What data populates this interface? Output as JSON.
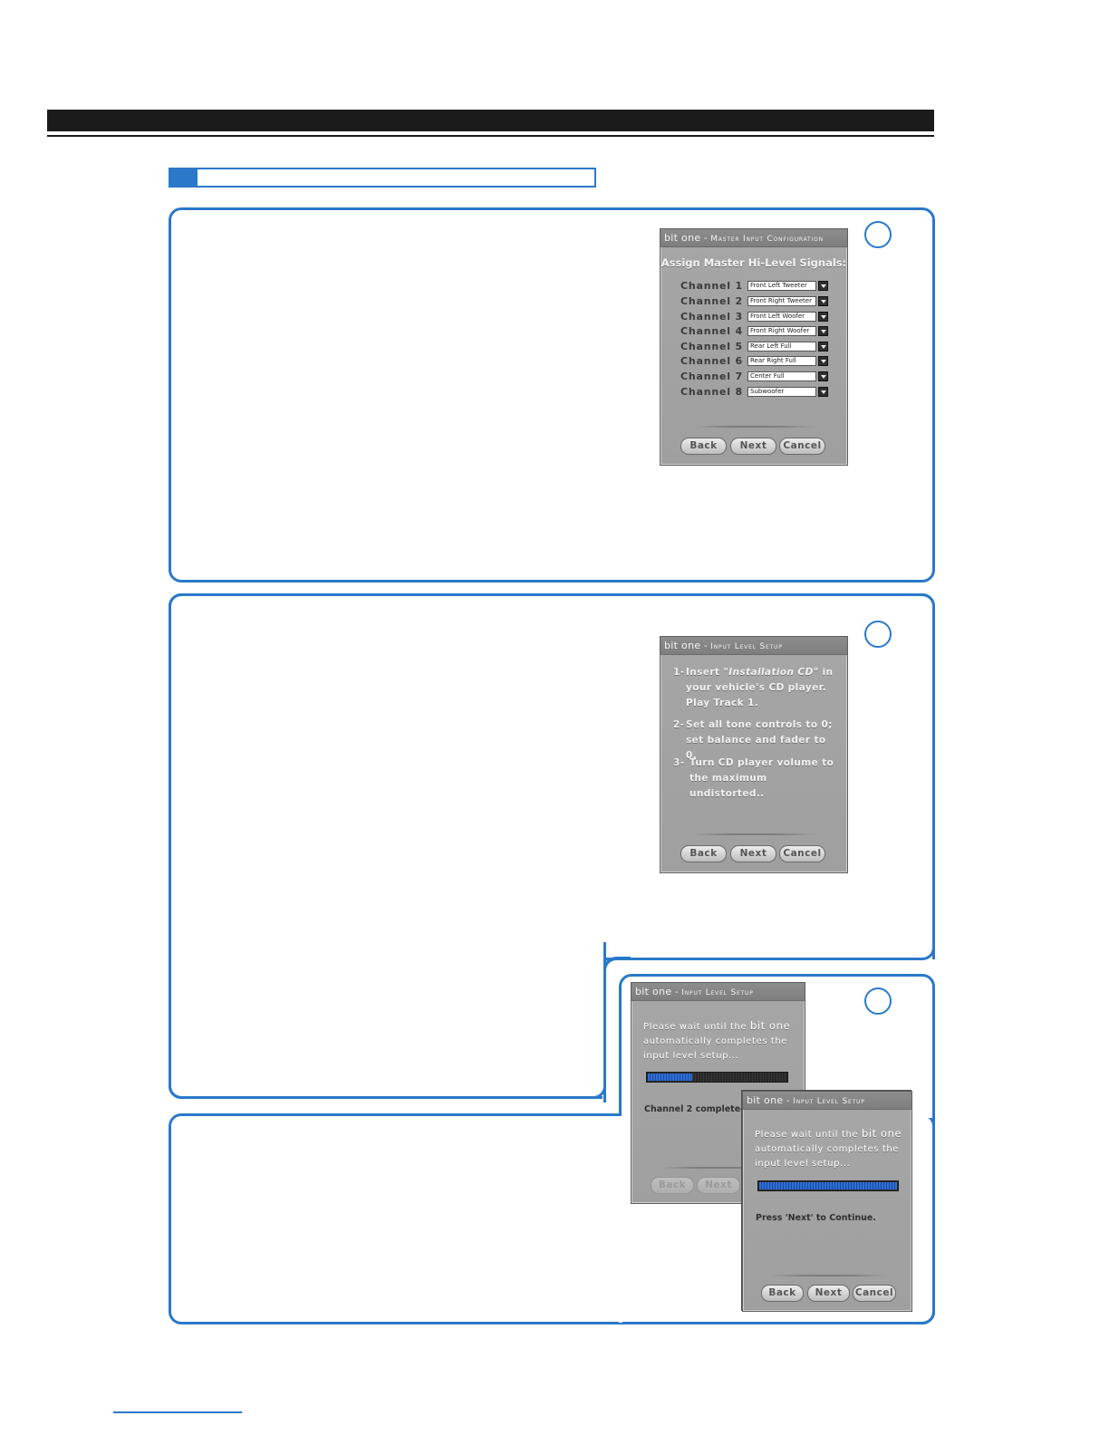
{
  "dialog_master": {
    "brand": "bit one",
    "subtitle": "Master Input Configuration",
    "heading": "Assign Master Hi-Level Signals:",
    "channels": [
      {
        "label": "Channel  1",
        "value": "Front Left Tweeter"
      },
      {
        "label": "Channel  2",
        "value": "Front Right Tweeter"
      },
      {
        "label": "Channel  3",
        "value": "Front Left Woofer"
      },
      {
        "label": "Channel  4",
        "value": "Front Right Woofer"
      },
      {
        "label": "Channel  5",
        "value": "Rear Left Full"
      },
      {
        "label": "Channel  6",
        "value": "Rear Right Full"
      },
      {
        "label": "Channel  7",
        "value": "Center Full"
      },
      {
        "label": "Channel  8",
        "value": "Subwoofer"
      }
    ],
    "buttons": {
      "back": "Back",
      "next": "Next",
      "cancel": "Cancel"
    }
  },
  "dialog_input_level": {
    "brand": "bit one",
    "subtitle": "Input Level Setup",
    "steps": [
      {
        "num": "1-",
        "text_a": "Insert ",
        "text_em": "\"Installation CD\"",
        "text_b": " in your vehicle's CD player. Play Track 1."
      },
      {
        "num": "2-",
        "text": "Set all tone controls to 0; set balance and fader to 0."
      },
      {
        "num": "3-",
        "text": "Turn CD player volume to the maximum undistorted.."
      }
    ],
    "buttons": {
      "back": "Back",
      "next": "Next",
      "cancel": "Cancel"
    }
  },
  "dialog_progress_partial": {
    "brand": "bit one",
    "subtitle": "Input Level Setup",
    "wait_before": "Please wait until the ",
    "wait_brand": "bit one",
    "wait_after": " automatically completes the input level setup...",
    "progress": 0.33,
    "status": "Channel 2 completed.",
    "buttons": {
      "back": "Back",
      "next": "Next"
    }
  },
  "dialog_progress_complete": {
    "brand": "bit one",
    "subtitle": "Input Level Setup",
    "wait_before": "Please wait until the ",
    "wait_brand": "bit one",
    "wait_after": " automatically completes the input level setup...",
    "progress": 1.0,
    "status": "Press 'Next' to Continue.",
    "buttons": {
      "back": "Back",
      "next": "Next",
      "cancel": "Cancel"
    }
  },
  "colors": {
    "accent": "#2a79c9",
    "header_bar": "#1b1b1b",
    "dialog_bg": "#a3a3a3"
  }
}
